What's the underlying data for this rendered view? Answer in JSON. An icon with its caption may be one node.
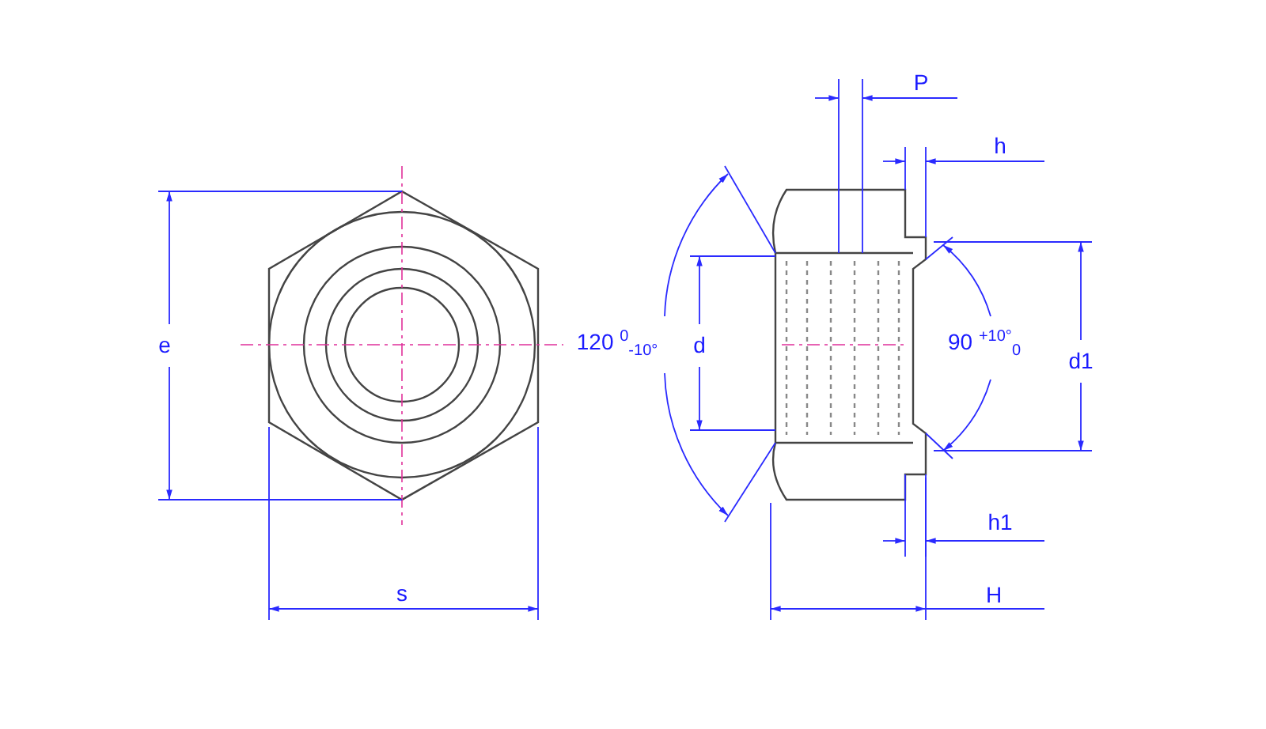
{
  "diagram": {
    "labels": [
      "P",
      "h",
      "e",
      "120 $^{0}$$_{-10°}$",
      "d",
      "90 $^{+10°}$$_{0}$",
      "d1",
      "h1",
      "s",
      "H"
    ]
  }
}
